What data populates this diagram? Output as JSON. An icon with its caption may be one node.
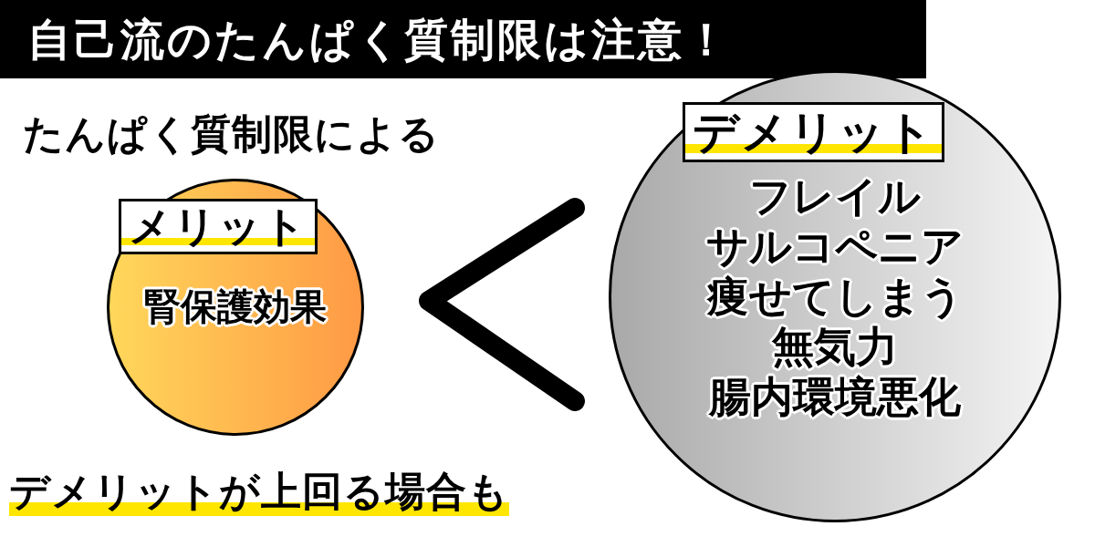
{
  "diagram": {
    "title": "自己流のたんぱく質制限は注意！",
    "nodes": [
      {
        "text": [
          "メリット",
          "腎保護効果"
        ]
      },
      {
        "text": [
          "デメリット",
          "フレイル",
          "サルコペニア",
          "痩せてしまう",
          "無気力",
          "腸内環境悪化"
        ]
      }
    ],
    "labels": [
      "たんぱく質制限による",
      "デメリットが上回る場合も"
    ]
  }
}
